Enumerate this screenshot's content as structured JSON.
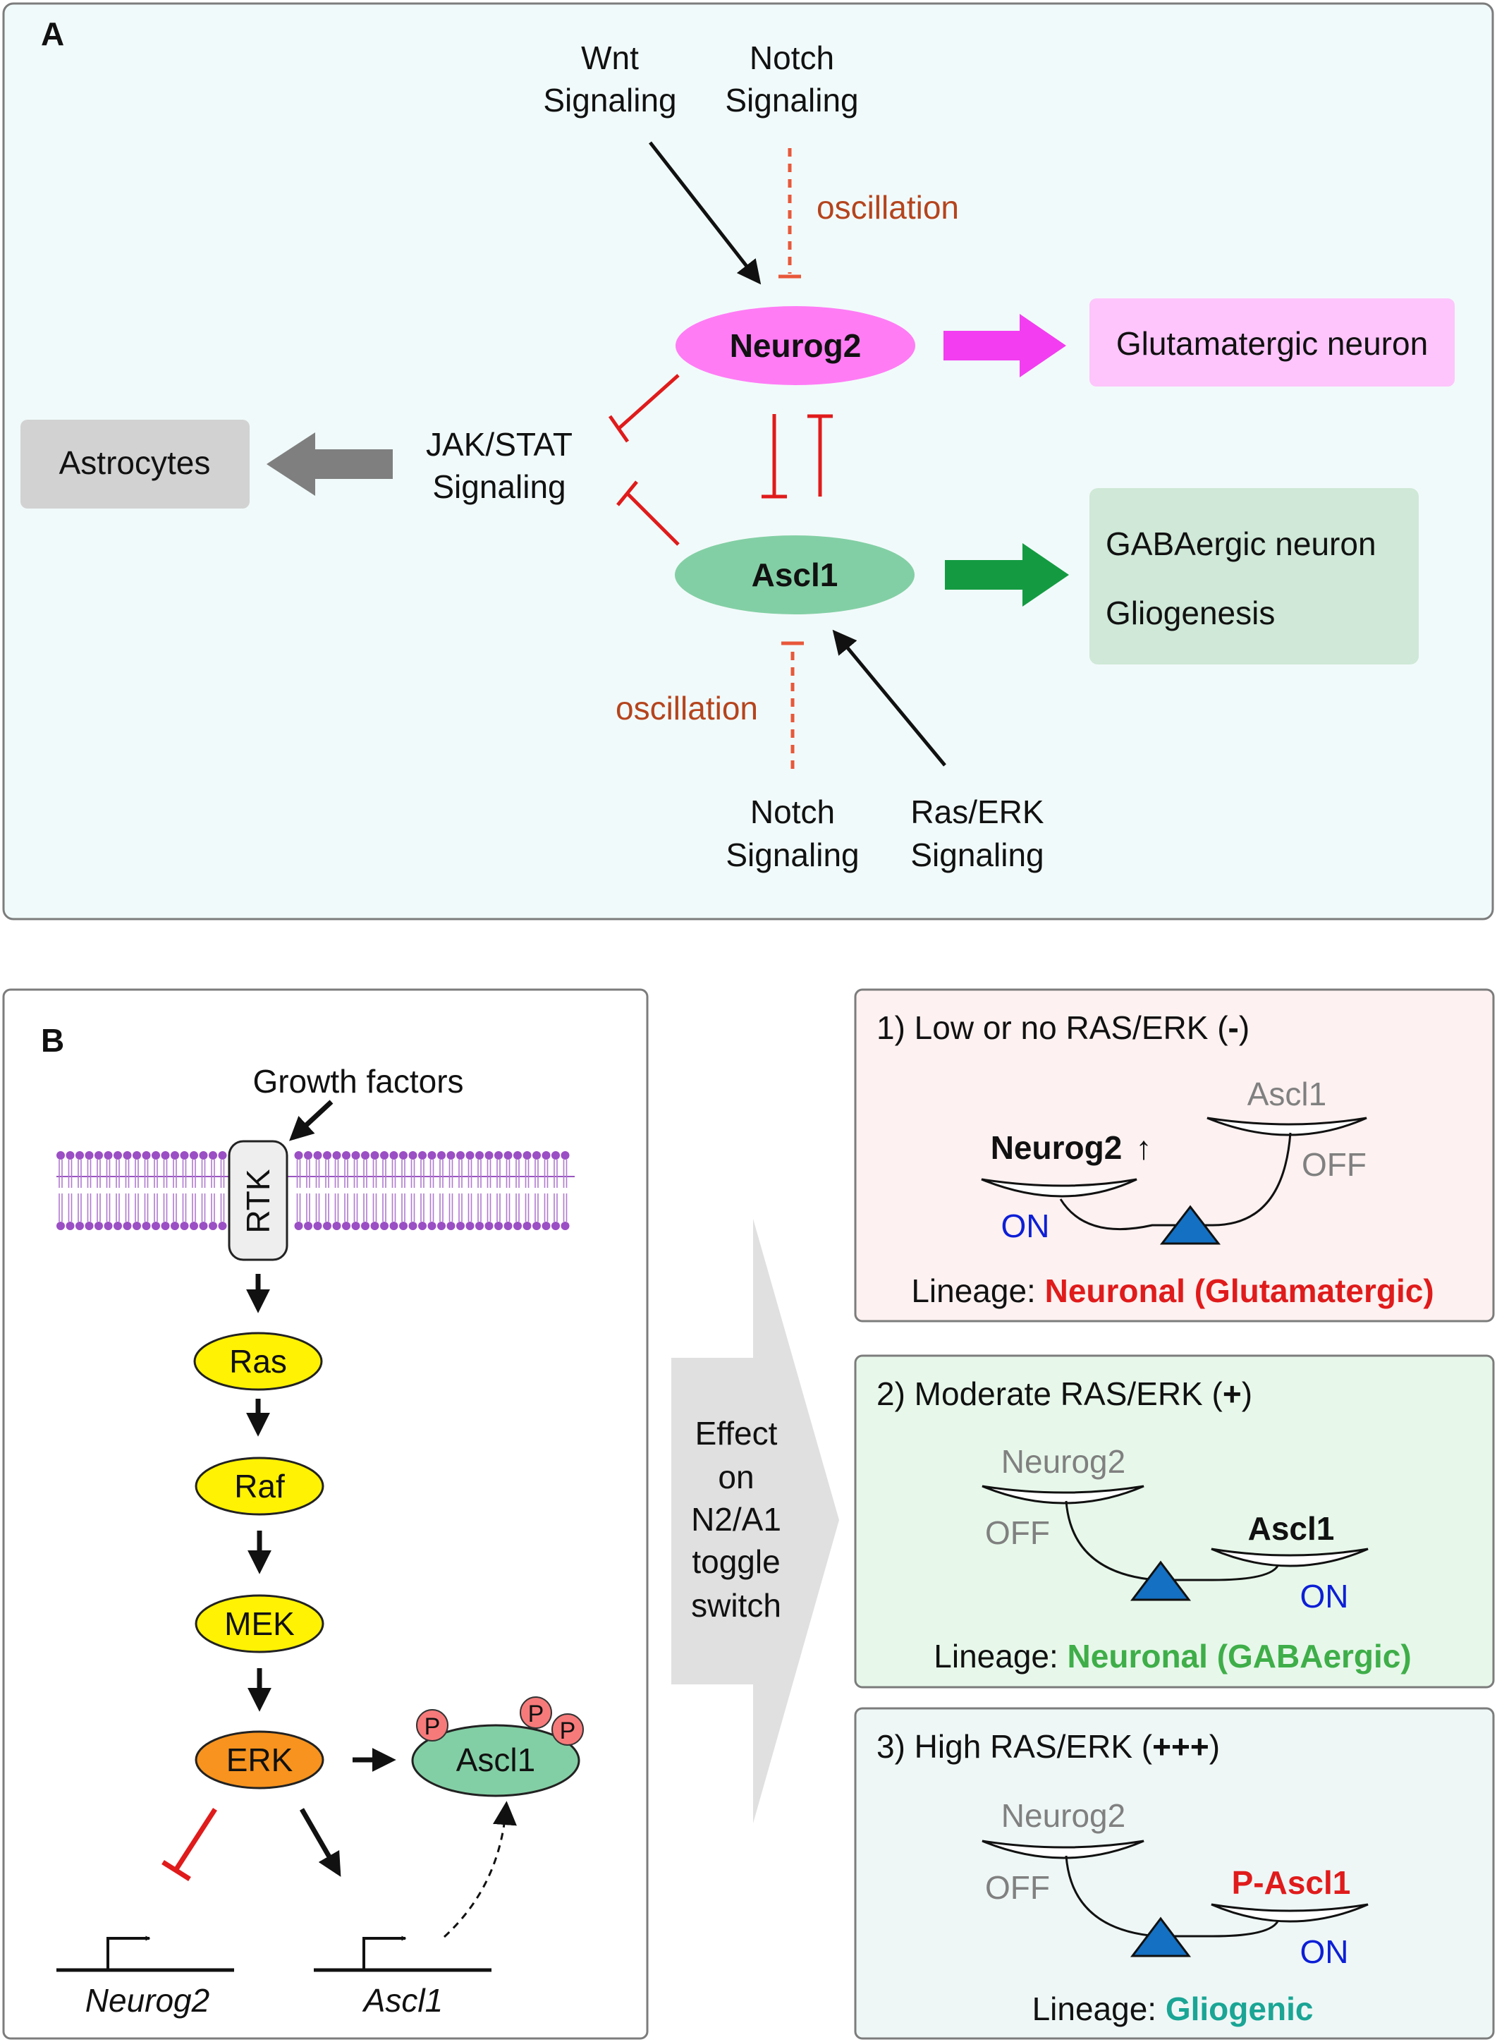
{
  "panel_a": {
    "letter": "A",
    "wnt": [
      "Wnt",
      "Signaling"
    ],
    "notch_top": [
      "Notch",
      "Signaling"
    ],
    "oscillation_top": "oscillation",
    "neurog2": "Neurog2",
    "glutamatergic": "Glutamatergic neuron",
    "jakstat": [
      "JAK/STAT",
      "Signaling"
    ],
    "astrocytes": "Astrocytes",
    "ascl1": "Ascl1",
    "gaba_box": [
      "GABAergic neuron",
      "Gliogenesis"
    ],
    "oscillation_bottom": "oscillation",
    "notch_bottom": [
      "Notch",
      "Signaling"
    ],
    "raserk": [
      "Ras/ERK",
      "Signaling"
    ],
    "colors": {
      "neurog2": "#ff7cf5",
      "ascl1": "#83cfa5",
      "glut_box": "#fdc5fb",
      "gaba_box": "#cfe8d7",
      "magenta_arrow": "#f23ef0",
      "green_arrow": "#149b42",
      "inhibit": "#e01b1b",
      "oscillation": "#e8583a"
    }
  },
  "panel_b": {
    "letter": "B",
    "growth_factors": "Growth factors",
    "rtk": "RTK",
    "cascade": [
      "Ras",
      "Raf",
      "MEK",
      "ERK"
    ],
    "ascl1_protein": "Ascl1",
    "phospho": "P",
    "gene_neurog2": "Neurog2",
    "gene_ascl1": "Ascl1",
    "effect_arrow": [
      "Effect",
      "on",
      "N2/A1",
      "toggle",
      "switch"
    ]
  },
  "scenarios": [
    {
      "title_pre": "1) Low or no RAS/ERK (",
      "title_sym": "-",
      "title_post": ")",
      "left_label": "Neurog2",
      "left_arrow": "↑",
      "right_label": "Ascl1",
      "left_state": "ON",
      "right_state": "OFF",
      "lineage_prefix": "Lineage: ",
      "lineage_value": "Neuronal (Glutamatergic)",
      "lineage_color": "#e01b1b",
      "bg": "#fdf1f1"
    },
    {
      "title_pre": "2) Moderate RAS/ERK (",
      "title_sym": "+",
      "title_post": ")",
      "left_label": "Neurog2",
      "right_label": "Ascl1",
      "left_state": "OFF",
      "right_state": "ON",
      "lineage_prefix": "Lineage: ",
      "lineage_value": "Neuronal (GABAergic)",
      "lineage_color": "#3fae49",
      "bg": "#e7f8ea"
    },
    {
      "title_pre": "3) High RAS/ERK (",
      "title_sym": "+++",
      "title_post": ")",
      "left_label": "Neurog2",
      "right_label": "P-Ascl1",
      "left_state": "OFF",
      "right_state": "ON",
      "lineage_prefix": "Lineage: ",
      "lineage_value": "Gliogenic",
      "lineage_color": "#1aa595",
      "bg": "#eef7f6"
    }
  ]
}
